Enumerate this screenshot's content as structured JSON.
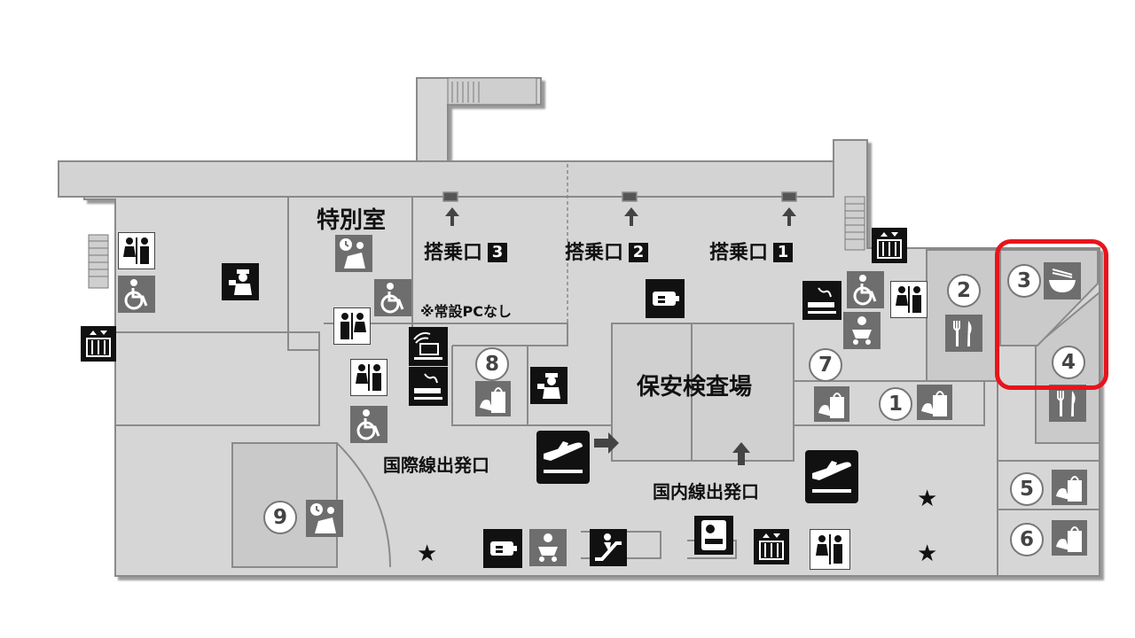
{
  "labels": {
    "special_room": "特別室",
    "gate3": "搭乗口",
    "gate3_num": "3",
    "gate2": "搭乗口",
    "gate2_num": "2",
    "gate1": "搭乗口",
    "gate1_num": "1",
    "no_pc": "※常設PCなし",
    "security": "保安検査場",
    "intl_departure": "国際線出発口",
    "dom_departure": "国内線出発口"
  },
  "shops": {
    "n1": "1",
    "n2": "2",
    "n3": "3",
    "n4": "4",
    "n5": "5",
    "n6": "6",
    "n7": "7",
    "n8": "8",
    "n9": "9"
  },
  "colors": {
    "floor": "#d6d6d6",
    "wall": "#8a8a8a",
    "room": "#c8c8c8",
    "icon_dark": "#111111",
    "icon_gray": "#6e6e6e",
    "highlight": "#e8141b"
  },
  "icons": [
    "restroom-icon",
    "wheelchair-icon",
    "police-icon",
    "elevator-icon",
    "lounge-icon",
    "wifi-pc-icon",
    "smoking-icon",
    "shopping-icon",
    "charging-icon",
    "departure-icon",
    "restaurant-icon",
    "noodle-icon",
    "baby-care-icon",
    "escalator-icon",
    "vending-icon"
  ]
}
